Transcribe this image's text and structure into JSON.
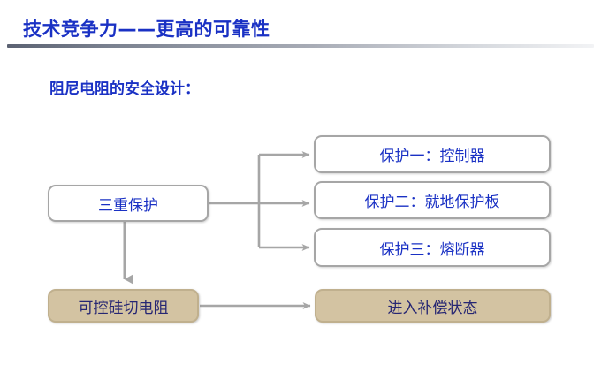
{
  "slide": {
    "title": "技术竞争力——更高的可靠性",
    "subtitle": "阻尼电阻的安全设计：",
    "title_color": "#1a31c4",
    "rule_color_left": "#5b6272",
    "rule_color_right": "#f2f3f5"
  },
  "diagram": {
    "source_box": {
      "label": "三重保护",
      "fill": "#ffffff",
      "border": "#a6a6a6",
      "text_color": "#1a31c4"
    },
    "protection_boxes": [
      {
        "label": "保护一：控制器"
      },
      {
        "label": "保护二：就地保护板"
      },
      {
        "label": "保护三：熔断器"
      }
    ],
    "bottom_boxes": [
      {
        "label": "可控硅切电阻"
      },
      {
        "label": "进入补偿状态"
      }
    ],
    "box_white_fill": "#ffffff",
    "box_white_border": "#a6a6a6",
    "box_tan_fill": "#d3c3a2",
    "box_tan_border": "#c0b08e",
    "tan_text_color": "#262673",
    "connector_color": "#a6a6a6"
  }
}
